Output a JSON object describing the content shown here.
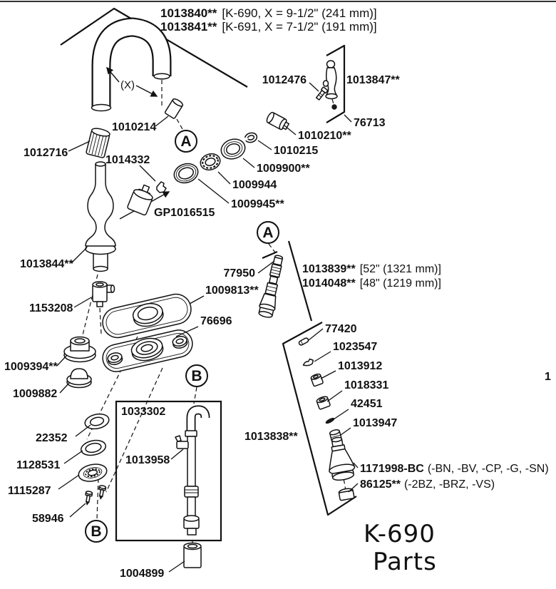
{
  "page": {
    "marker": "1"
  },
  "footer": {
    "model": "K-690",
    "caption": "Parts"
  },
  "callouts": {
    "a": "A",
    "b": "B"
  },
  "dimension": {
    "marker": "(X)"
  },
  "parts": {
    "spout_a": {
      "num": "1013840**",
      "spec": "[K-690, X = 9-1/2\" (241 mm)]"
    },
    "spout_b": {
      "num": "1013841**",
      "spec": "[K-691, X = 7-1/2\" (191 mm)]"
    },
    "hose_52": {
      "num": "1013839**",
      "spec": "[52\" (1321 mm)]"
    },
    "hose_48": {
      "num": "1014048**",
      "spec": "[48\" (1219 mm)]"
    },
    "spray_head": {
      "num": "1171998-BC",
      "spec": "(-BN, -BV, -CP, -G, -SN)"
    },
    "spray_head_alt": {
      "num": "86125**",
      "spec": "(-2BZ, -BRZ, -VS)"
    },
    "ids": {
      "p1012476": "1012476",
      "p1013847": "1013847**",
      "p76713": "76713",
      "p1010210": "1010210**",
      "p1010215": "1010215",
      "p1010214": "1010214",
      "p1012716": "1012716",
      "p1014332": "1014332",
      "gp1016515": "GP1016515",
      "p1009900": "1009900**",
      "p1009944": "1009944",
      "p1009945": "1009945**",
      "p1013844": "1013844**",
      "p77950": "77950",
      "p1009813": "1009813**",
      "p1153208": "1153208",
      "p76696": "76696",
      "p1009394": "1009394**",
      "p1009882": "1009882",
      "p22352": "22352",
      "p1128531": "1128531",
      "p1115287": "1115287",
      "p58946": "58946",
      "p1033302": "1033302",
      "p1013958": "1013958",
      "p1004899": "1004899",
      "p77420": "77420",
      "p1023547": "1023547",
      "p1013912": "1013912",
      "p1018331": "1018331",
      "p42451": "42451",
      "p1013947": "1013947",
      "p1013838": "1013838**"
    }
  }
}
